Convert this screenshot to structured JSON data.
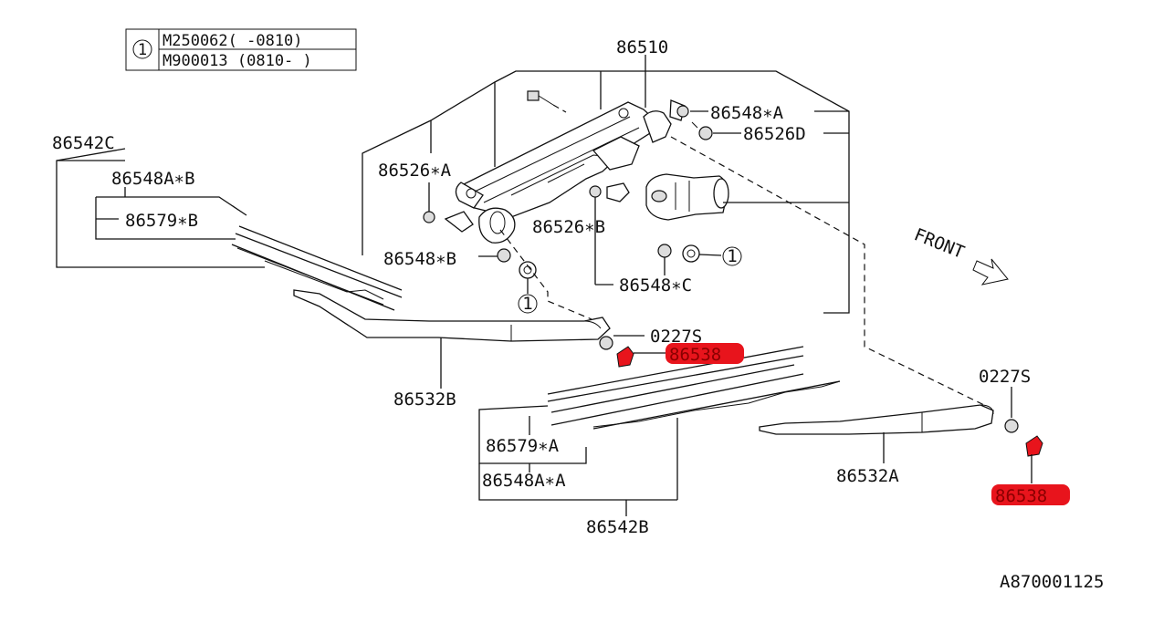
{
  "legend": {
    "ref": "1",
    "rows": [
      "M250062( -0810)",
      "M900013 (0810- )"
    ]
  },
  "labels": {
    "l86510": "86510",
    "l86548_a": "86548∗A",
    "l86526_d": "86526D",
    "l86542c": "86542C",
    "l86548a_b": "86548A∗B",
    "l86579_b": "86579∗B",
    "l86526_a": "86526∗A",
    "l86526_b": "86526∗B",
    "l86548_b": "86548∗B",
    "l86548_c": "86548∗C",
    "l0227s_1": "0227S",
    "l0227s_2": "0227S",
    "l86532b": "86532B",
    "l86532a": "86532A",
    "l86579_a": "86579∗A",
    "l86548a_a": "86548A∗A",
    "l86542b": "86542B",
    "front": "FRONT",
    "callout": "1",
    "diagram_id": "A870001125"
  },
  "highlighted": {
    "part_1": "86538",
    "part_2": "86538",
    "color": "#e8141c"
  }
}
